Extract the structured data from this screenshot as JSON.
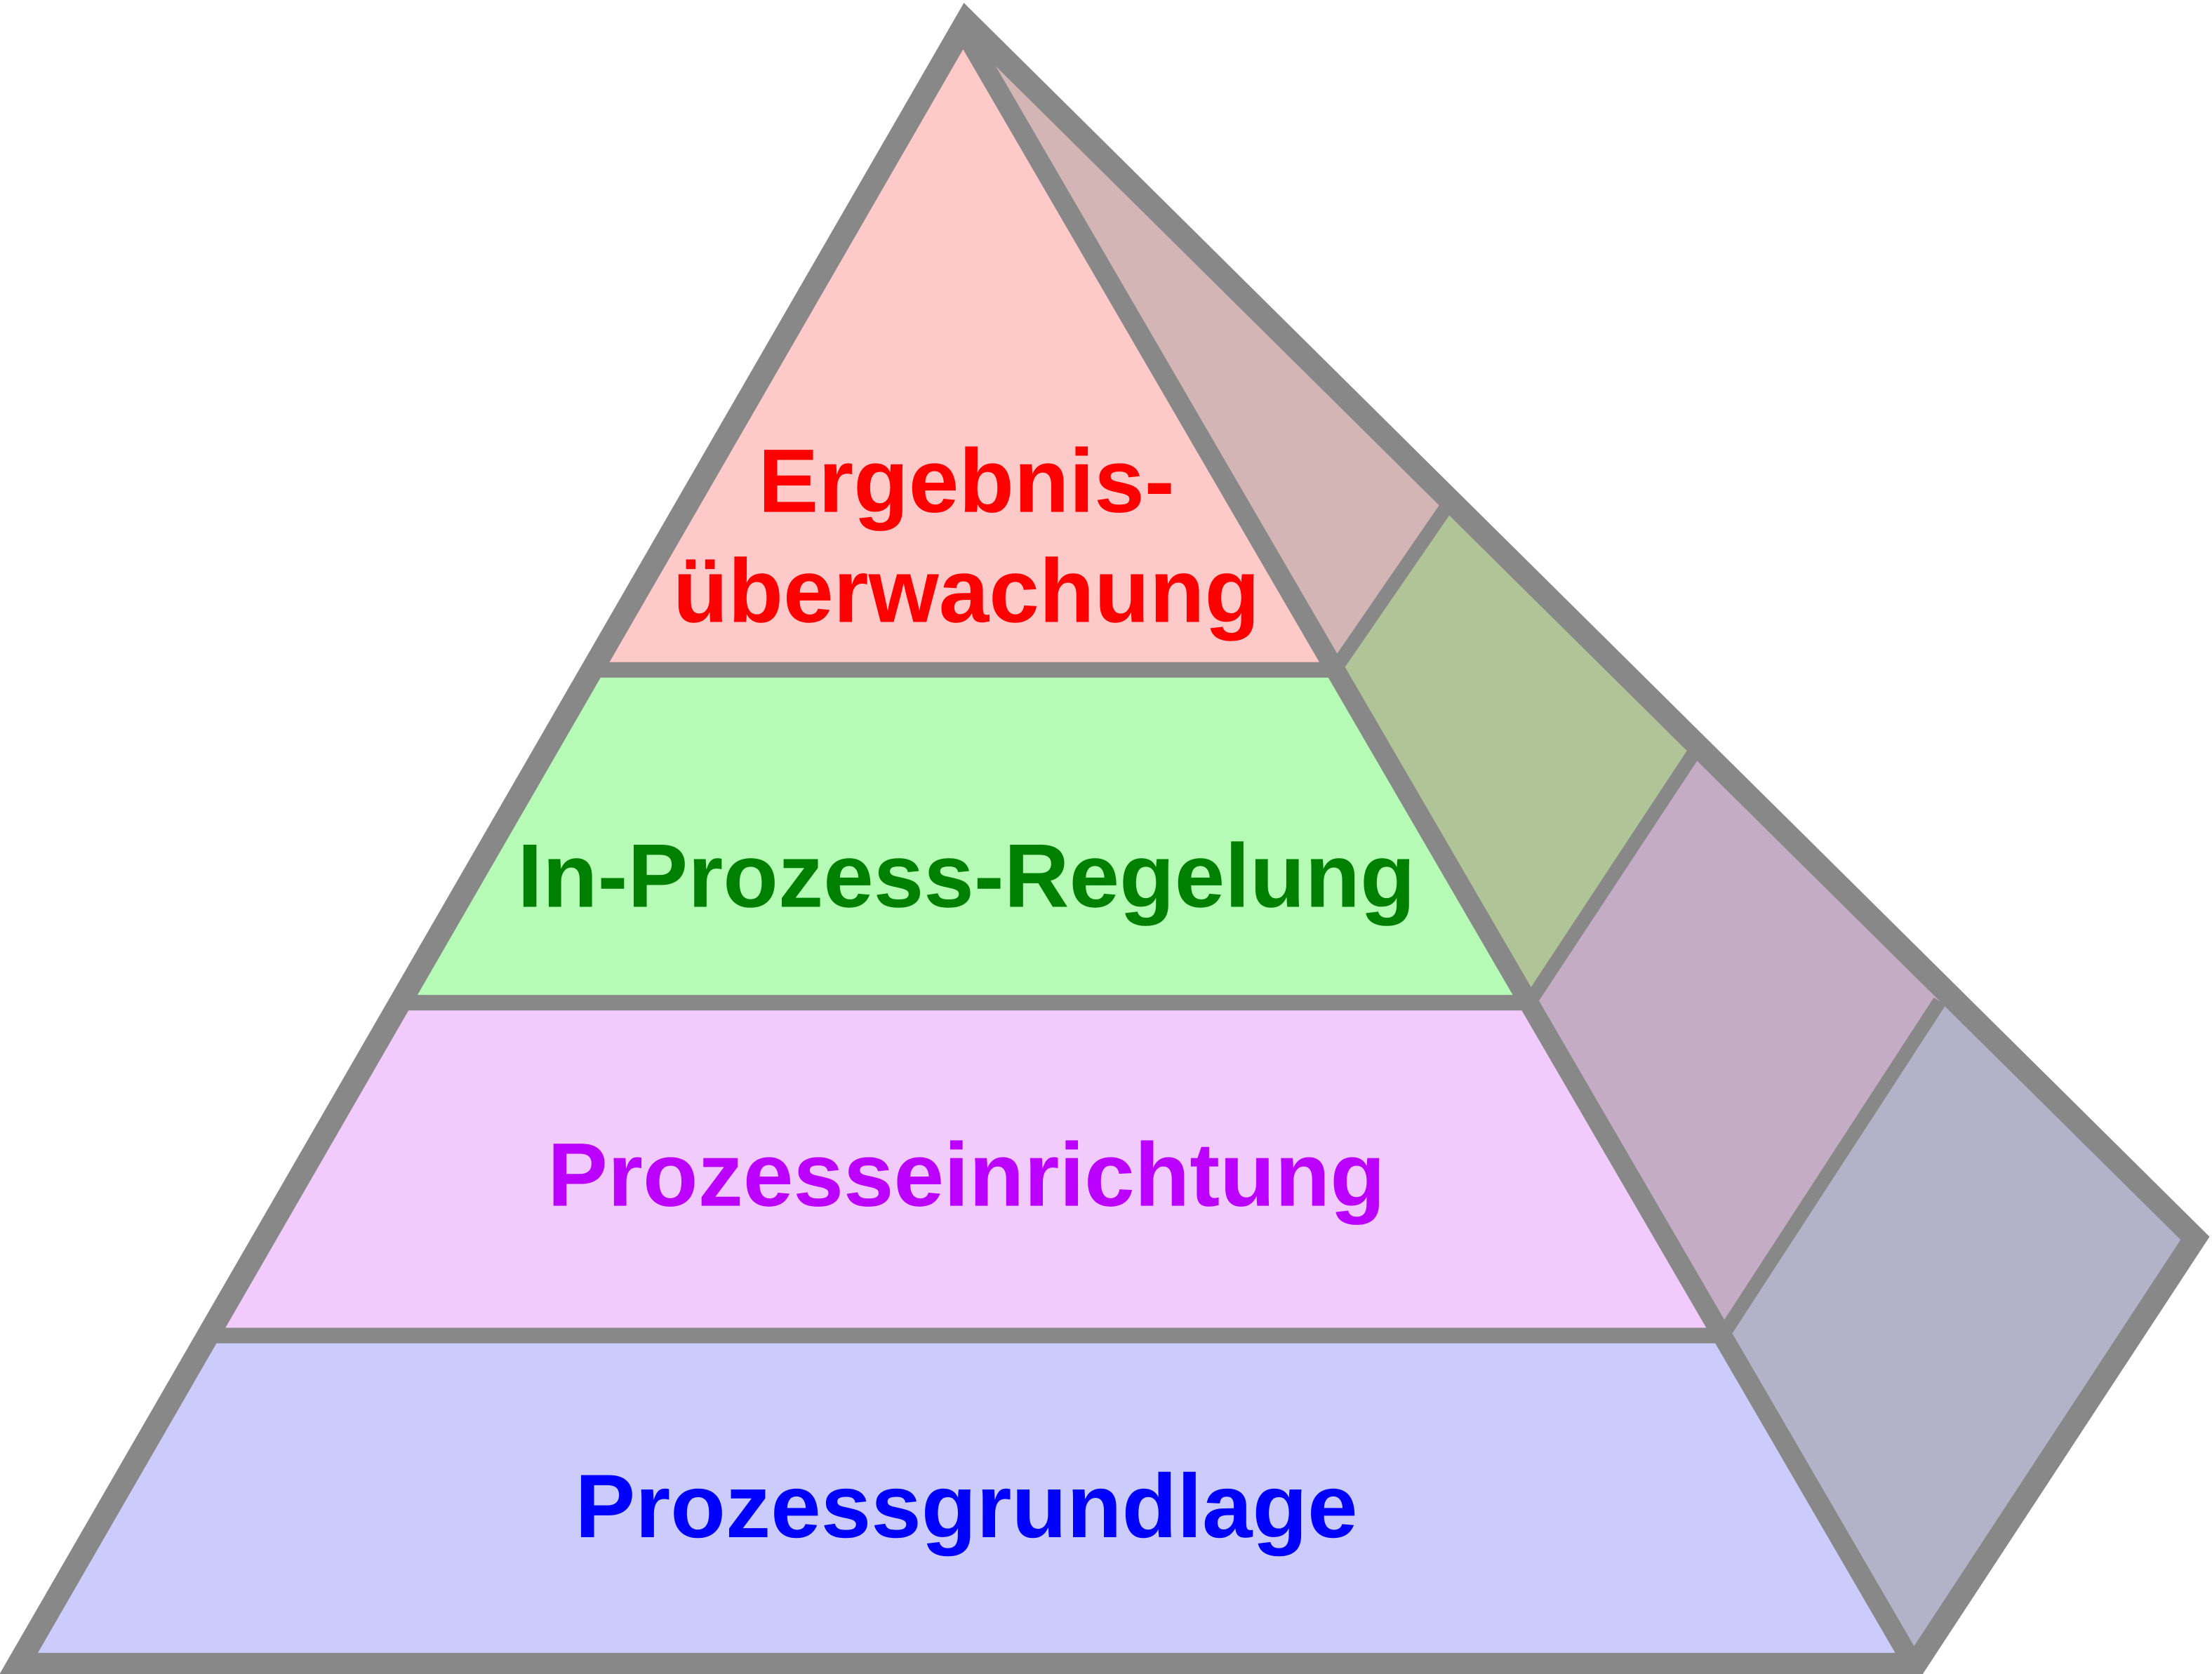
{
  "pyramid": {
    "levels": [
      {
        "lines": [
          "Ergebnis-",
          "überwachung"
        ],
        "text_color": "#ff0000",
        "front_color": "#fdc9c9",
        "side_color": "#d4b5b6"
      },
      {
        "lines": [
          "In-Prozess-Regelung"
        ],
        "text_color": "#008000",
        "front_color": "#b5fbb5",
        "side_color": "#b0c498"
      },
      {
        "lines": [
          "Prozesseinrichtung"
        ],
        "text_color": "#bb00ff",
        "front_color": "#f1cbfb",
        "side_color": "#c4acc4"
      },
      {
        "lines": [
          "Prozessgrundlage"
        ],
        "text_color": "#0000ff",
        "front_color": "#cbcbfc",
        "side_color": "#b4b2c9"
      }
    ],
    "outline_color": "#888888"
  }
}
